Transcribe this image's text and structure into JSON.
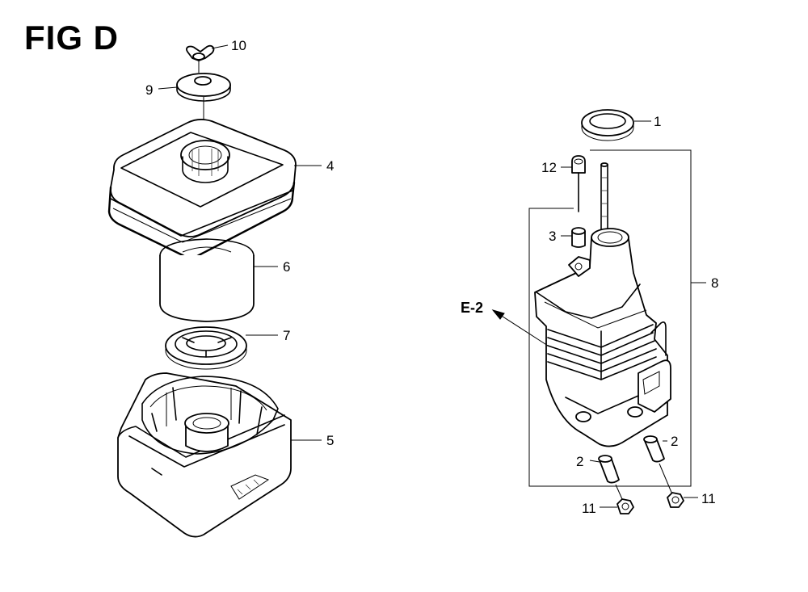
{
  "figure": {
    "title": "FIG D"
  },
  "callouts": {
    "c1": "1",
    "c2a": "2",
    "c2b": "2",
    "c3": "3",
    "c4": "4",
    "c5": "5",
    "c6": "6",
    "c7": "7",
    "c8": "8",
    "c9": "9",
    "c10": "10",
    "c11a": "11",
    "c11b": "11",
    "c12": "12",
    "ref": "E-2"
  }
}
